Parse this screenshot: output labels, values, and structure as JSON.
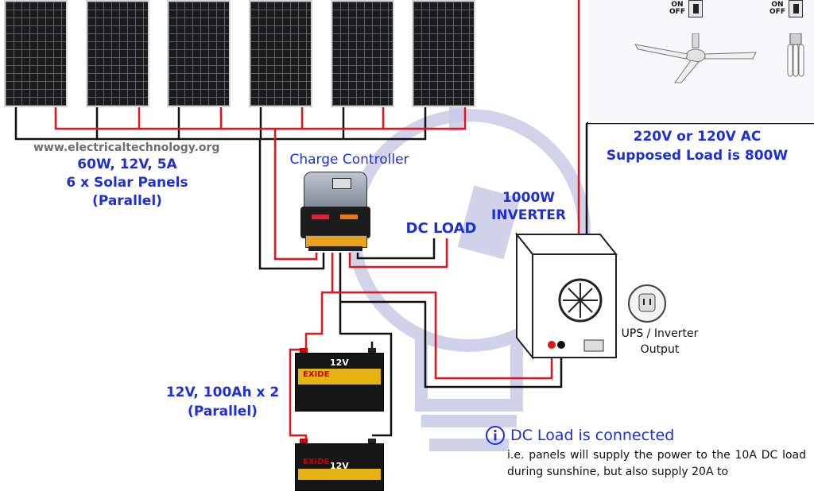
{
  "watermark": "www.electricaltechnology.org",
  "panels": {
    "line1": "60W, 12V, 5A",
    "line2_count": "6",
    "line2_rest": "x Solar Panels",
    "line3": "(Parallel)"
  },
  "controller": {
    "label": "Charge Controller"
  },
  "dc_load": {
    "label": "DC LOAD"
  },
  "inverter": {
    "line1": "1000W",
    "line2": "INVERTER"
  },
  "ac_load": {
    "line1": "220V or 120V AC",
    "line2": "Supposed Load is 800W"
  },
  "output": {
    "line1": "UPS / Inverter",
    "line2": "Output"
  },
  "batteries": {
    "line1": "12V, 100Ah x 2",
    "line2": "(Parallel)",
    "voltage": "12V",
    "brand": "EXIDE"
  },
  "switches": {
    "on": "ON",
    "off": "OFF"
  },
  "note": {
    "title": "DC Load is connected",
    "body": "i.e. panels will supply the power to the 10A DC load during sunshine, but also supply 20A to"
  },
  "colors": {
    "positive": "#e3151a",
    "negative": "#111111",
    "label_blue": "#1f2fd8"
  }
}
